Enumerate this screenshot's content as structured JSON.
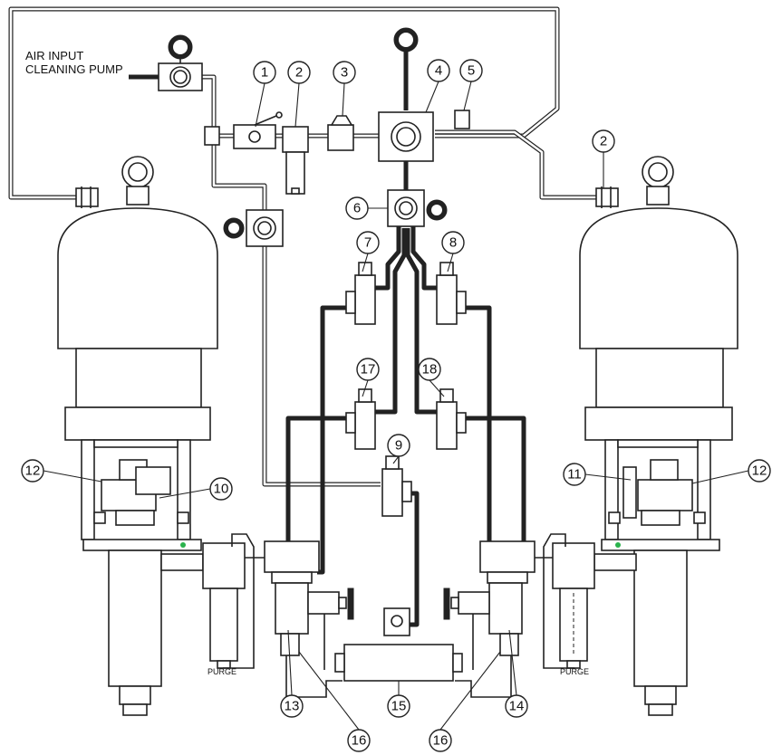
{
  "labels": {
    "air_input_line1": "AIR INPUT",
    "air_input_line2": "CLEANING PUMP",
    "purge_left": "PURGE",
    "purge_right": "PURGE"
  },
  "callouts": [
    {
      "id": "c1",
      "text": "1"
    },
    {
      "id": "c2a",
      "text": "2"
    },
    {
      "id": "c2b",
      "text": "2"
    },
    {
      "id": "c3",
      "text": "3"
    },
    {
      "id": "c4",
      "text": "4"
    },
    {
      "id": "c5",
      "text": "5"
    },
    {
      "id": "c6",
      "text": "6"
    },
    {
      "id": "c7",
      "text": "7"
    },
    {
      "id": "c8",
      "text": "8"
    },
    {
      "id": "c9",
      "text": "9"
    },
    {
      "id": "c10",
      "text": "10"
    },
    {
      "id": "c11",
      "text": "11"
    },
    {
      "id": "c12a",
      "text": "12"
    },
    {
      "id": "c12b",
      "text": "12"
    },
    {
      "id": "c13",
      "text": "13"
    },
    {
      "id": "c14",
      "text": "14"
    },
    {
      "id": "c15",
      "text": "15"
    },
    {
      "id": "c16a",
      "text": "16"
    },
    {
      "id": "c16b",
      "text": "16"
    },
    {
      "id": "c17",
      "text": "17"
    },
    {
      "id": "c18",
      "text": "18"
    }
  ]
}
